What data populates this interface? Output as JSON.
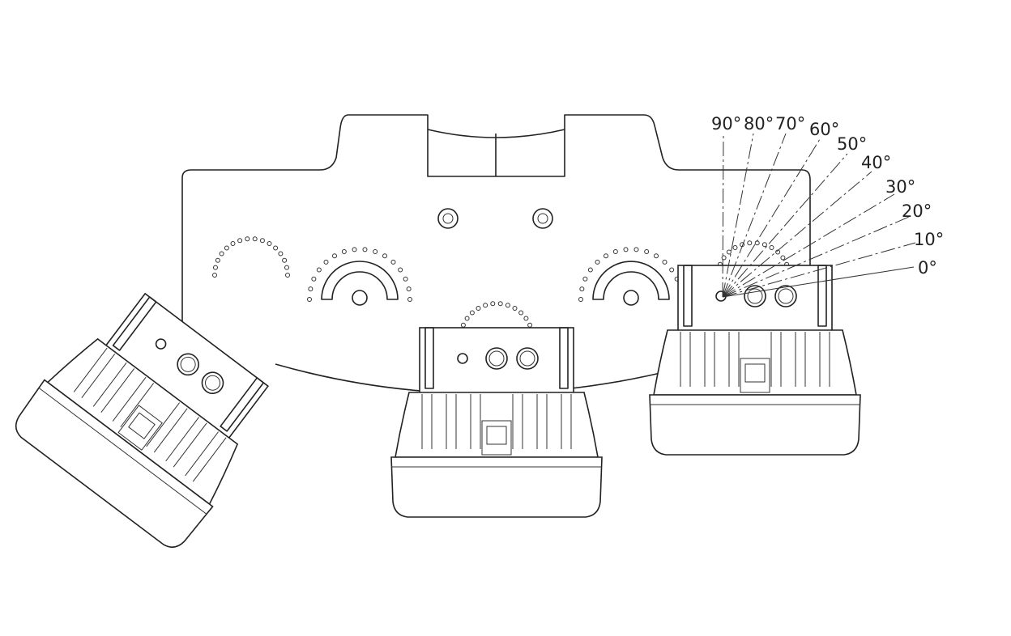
{
  "diagram": {
    "angle_labels": [
      "90°",
      "80°",
      "70°",
      "60°",
      "50°",
      "40°",
      "30°",
      "20°",
      "10°",
      "0°"
    ]
  }
}
